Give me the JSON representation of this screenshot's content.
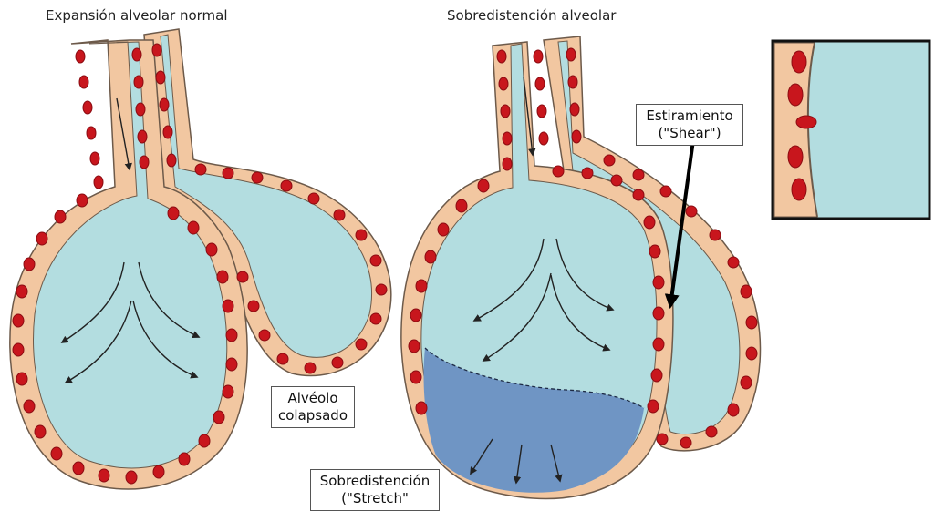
{
  "titles": {
    "normal": "Expansión alveolar normal",
    "overdistension": "Sobredistención alveolar"
  },
  "labels": {
    "collapsed": [
      "Alvéolo",
      "colapsado"
    ],
    "shear": [
      "Estiramiento",
      "(\"Shear\")"
    ],
    "stretch": [
      "Sobredistención",
      "(\"Stretch\""
    ]
  },
  "colors": {
    "airspace": "#b3dde0",
    "wall": "#f2c7a1",
    "wall_outline": "#6d5a4a",
    "red_cell": "#c8161d",
    "red_cell_dark": "#8c0c12",
    "overdistended_zone": "#6f95c4",
    "arrow": "#222222"
  }
}
